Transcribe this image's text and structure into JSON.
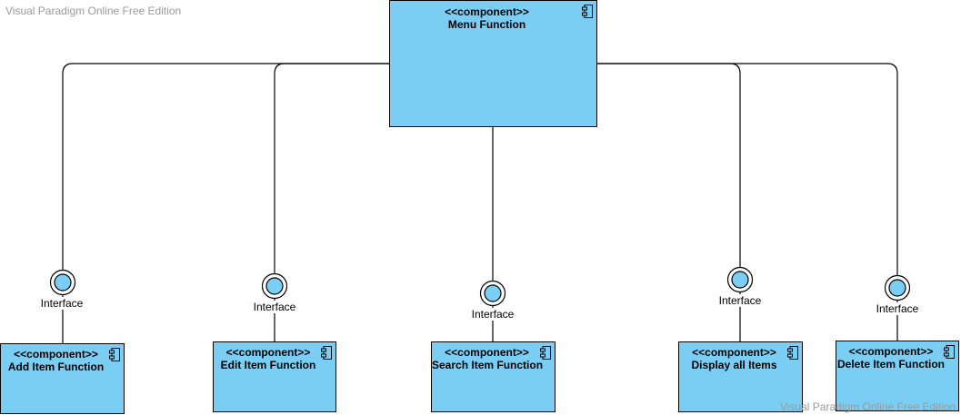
{
  "watermark": {
    "top": "Visual Paradigm Online Free Edition",
    "bottom": "Visual Paradigm Online Free Edition"
  },
  "main_component": {
    "stereotype": "<<component>>",
    "name": "Menu Function"
  },
  "interfaces": [
    {
      "label": "Interface"
    },
    {
      "label": "Interface"
    },
    {
      "label": "Interface"
    },
    {
      "label": "Interface"
    },
    {
      "label": "Interface"
    }
  ],
  "components": [
    {
      "stereotype": "<<component>>",
      "name": "Add Item Function"
    },
    {
      "stereotype": "<<component>>",
      "name": "Edit Item Function"
    },
    {
      "stereotype": "<<component>>",
      "name": "Search Item Function"
    },
    {
      "stereotype": "<<component>>",
      "name": "Display all Items"
    },
    {
      "stereotype": "<<component>>",
      "name": "Delete Item Function"
    }
  ],
  "colors": {
    "component_fill": "#7acef4",
    "interface_fill": "#7acef4",
    "line": "#000000"
  },
  "icons": {
    "component": "component-icon"
  }
}
